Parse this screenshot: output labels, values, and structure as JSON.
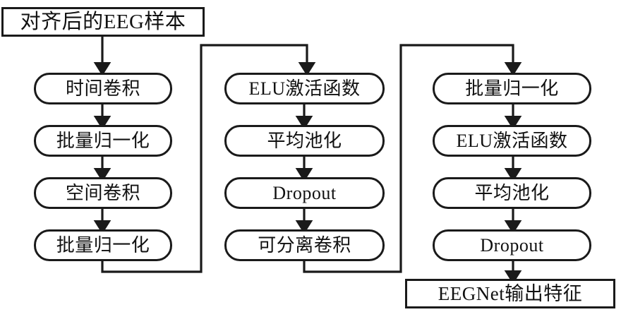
{
  "diagram": {
    "type": "flowchart",
    "orientation": "three-column-snake",
    "background_color": "#ffffff",
    "line_color": "#1a1a1a",
    "text_color": "#111111",
    "input": {
      "label": "对齐后的EEG样本",
      "shape": "rectangle"
    },
    "output": {
      "label": "EEGNet输出特征",
      "shape": "rectangle"
    },
    "columns": [
      {
        "index": 1,
        "nodes": [
          {
            "label": "时间卷积",
            "shape": "rounded-rectangle"
          },
          {
            "label": "批量归一化",
            "shape": "rounded-rectangle"
          },
          {
            "label": "空间卷积",
            "shape": "rounded-rectangle"
          },
          {
            "label": "批量归一化",
            "shape": "rounded-rectangle"
          }
        ]
      },
      {
        "index": 2,
        "nodes": [
          {
            "label": "ELU激活函数",
            "shape": "rounded-rectangle"
          },
          {
            "label": "平均池化",
            "shape": "rounded-rectangle"
          },
          {
            "label": "Dropout",
            "shape": "rounded-rectangle"
          },
          {
            "label": "可分离卷积",
            "shape": "rounded-rectangle"
          }
        ]
      },
      {
        "index": 3,
        "nodes": [
          {
            "label": "批量归一化",
            "shape": "rounded-rectangle"
          },
          {
            "label": "ELU激活函数",
            "shape": "rounded-rectangle"
          },
          {
            "label": "平均池化",
            "shape": "rounded-rectangle"
          },
          {
            "label": "Dropout",
            "shape": "rounded-rectangle"
          }
        ]
      }
    ]
  }
}
